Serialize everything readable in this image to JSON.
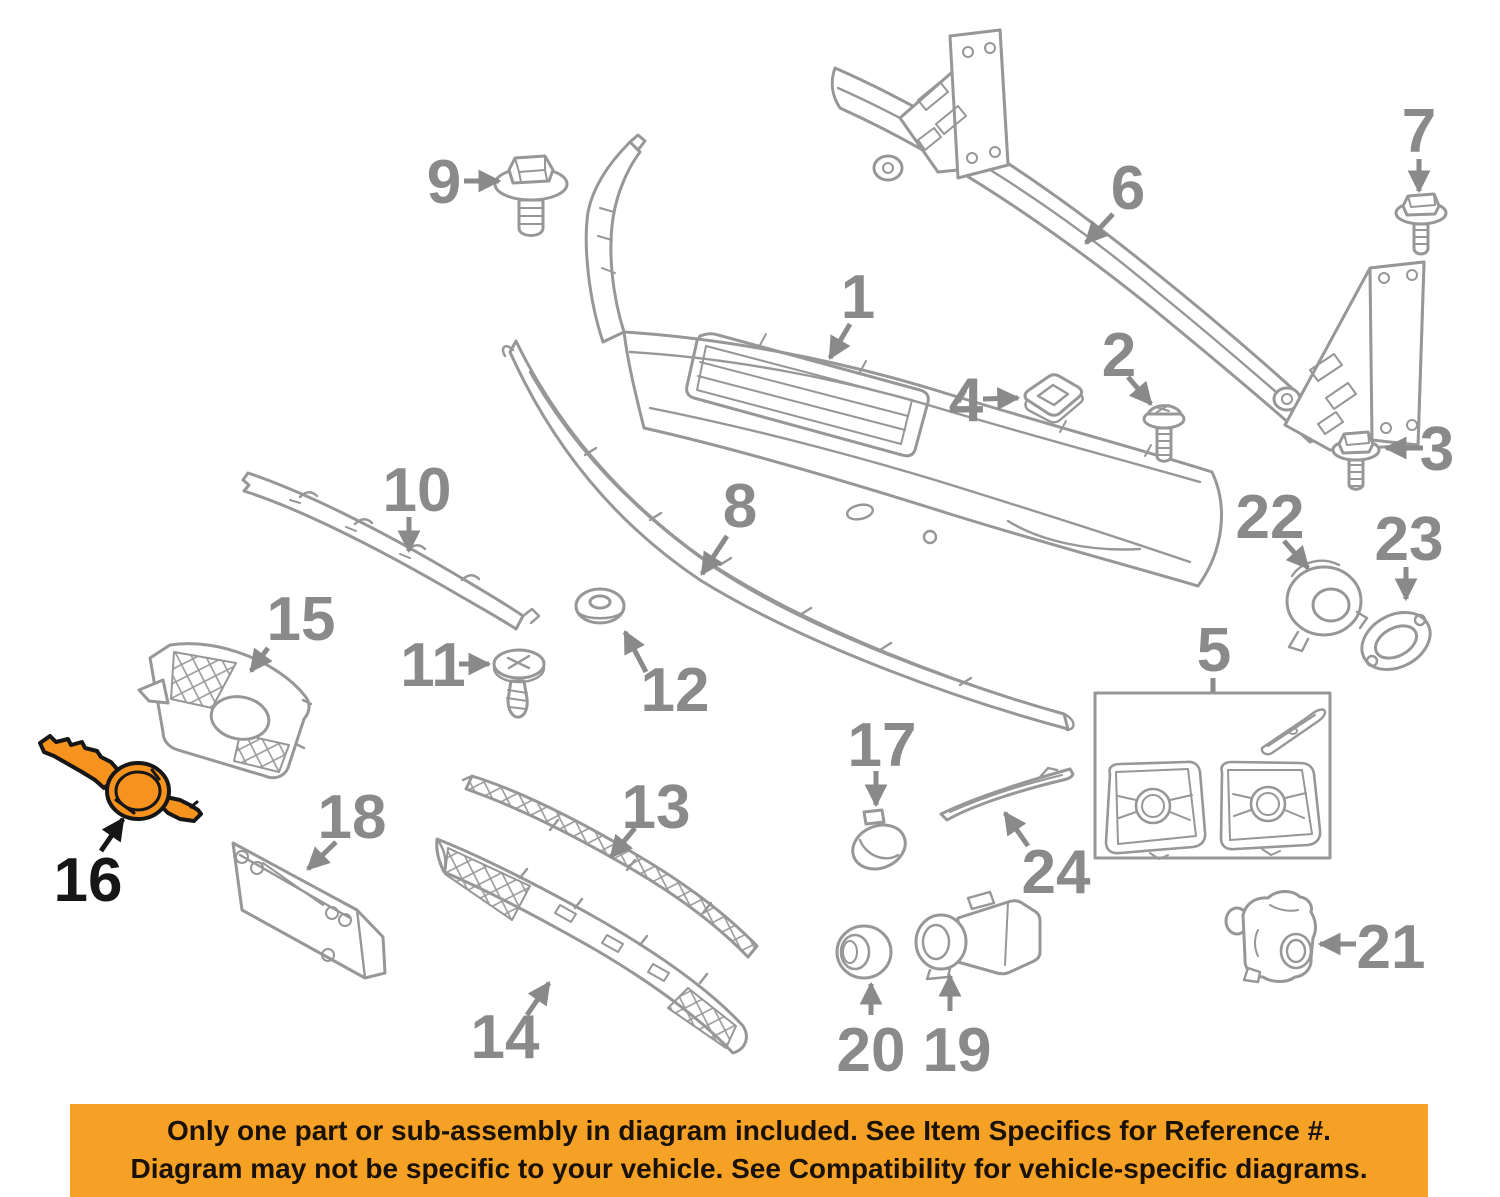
{
  "image": {
    "type": "auto-parts-exploded-diagram",
    "subject": "Front bumper components exploded parts diagram"
  },
  "diagram": {
    "labels": [
      {
        "num": "1"
      },
      {
        "num": "2"
      },
      {
        "num": "3"
      },
      {
        "num": "4"
      },
      {
        "num": "5"
      },
      {
        "num": "6"
      },
      {
        "num": "7"
      },
      {
        "num": "8"
      },
      {
        "num": "9"
      },
      {
        "num": "10"
      },
      {
        "num": "11"
      },
      {
        "num": "12"
      },
      {
        "num": "13"
      },
      {
        "num": "14"
      },
      {
        "num": "15"
      },
      {
        "num": "16"
      },
      {
        "num": "17"
      },
      {
        "num": "18"
      },
      {
        "num": "19"
      },
      {
        "num": "20"
      },
      {
        "num": "21"
      },
      {
        "num": "22"
      },
      {
        "num": "23"
      },
      {
        "num": "24"
      }
    ],
    "highlighted_label": "16"
  },
  "banner": {
    "line1": "Only one part or sub-assembly in diagram included. See Item Specifics for Reference #.",
    "line2": "Diagram may not be specific to your vehicle. See Compatibility for vehicle-specific diagrams."
  },
  "colors": {
    "line_gray": "#979797",
    "label_gray": "#8A8A8A",
    "highlight_orange": "#F6921E",
    "highlight_outline": "#161616",
    "banner_orange": "#F5A125",
    "banner_text": "#1A1208",
    "background": "#FFFFFF"
  }
}
